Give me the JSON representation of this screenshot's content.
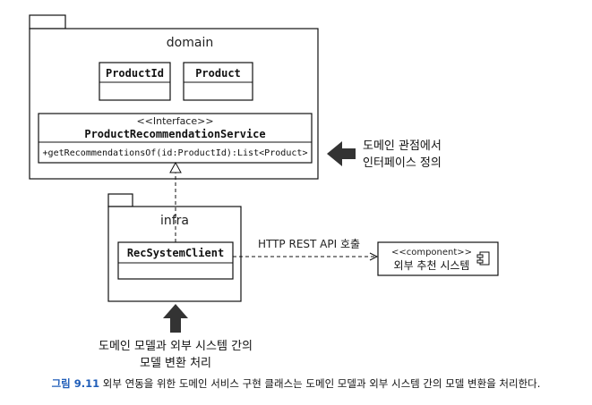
{
  "domain_package": {
    "name": "domain",
    "classes": [
      "ProductId",
      "Product"
    ],
    "interface": {
      "stereotype": "<<Interface>>",
      "name": "ProductRecommendationService",
      "operation": "+getRecommendationsOf(id:ProductId):List<Product>"
    }
  },
  "infra_package": {
    "name": "infra",
    "class_name": "RecSystemClient"
  },
  "external": {
    "stereotype": "<<component>>",
    "name": "외부 추천 시스템"
  },
  "connector_label": "HTTP REST API 호출",
  "note_right": {
    "line1": "도메인 관점에서",
    "line2": "인터페이스 정의"
  },
  "note_bottom": {
    "line1": "도메인 모델과 외부 시스템 간의",
    "line2": "모델 변환 처리"
  },
  "caption": {
    "number": "그림 9.11",
    "text": "외부 연동을 위한 도메인 서비스 구현 클래스는 도메인 모델과 외부 시스템 간의 모델 변환을 처리한다."
  }
}
